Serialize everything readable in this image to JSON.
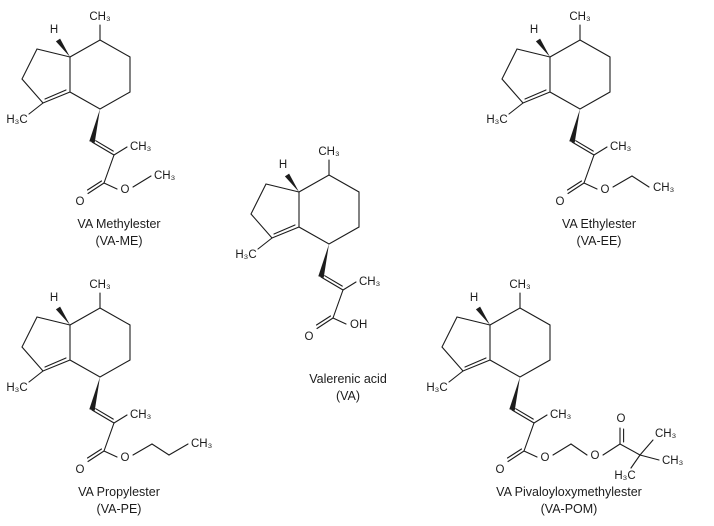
{
  "figure": {
    "background": "#ffffff",
    "ink": "#1c1c1c",
    "structures": [
      {
        "id": "va-me",
        "caption_line1": "VA Methylester",
        "caption_line2": "(VA-ME)",
        "atoms": {
          "methyl_top": "CH₃",
          "stereo_h": "H",
          "ring_methyl": "H₃C",
          "side_methyl": "CH₃",
          "carbonyl_o": "O",
          "ester_o": "O",
          "tail_methyl": "CH₃"
        }
      },
      {
        "id": "va-ee",
        "caption_line1": "VA Ethylester",
        "caption_line2": "(VA-EE)",
        "atoms": {
          "methyl_top": "CH₃",
          "stereo_h": "H",
          "ring_methyl": "H₃C",
          "side_methyl": "CH₃",
          "carbonyl_o": "O",
          "ester_o": "O",
          "tail_methyl": "CH₃"
        }
      },
      {
        "id": "va",
        "caption_line1": "Valerenic acid",
        "caption_line2": "(VA)",
        "atoms": {
          "methyl_top": "CH₃",
          "stereo_h": "H",
          "ring_methyl": "H₃C",
          "side_methyl": "CH₃",
          "carbonyl_o": "O",
          "hydroxyl": "OH"
        }
      },
      {
        "id": "va-pe",
        "caption_line1": "VA Propylester",
        "caption_line2": "(VA-PE)",
        "atoms": {
          "methyl_top": "CH₃",
          "stereo_h": "H",
          "ring_methyl": "H₃C",
          "side_methyl": "CH₃",
          "carbonyl_o": "O",
          "ester_o": "O",
          "tail_methyl": "CH₃"
        }
      },
      {
        "id": "va-pom",
        "caption_line1": "VA Pivaloyloxymethylester",
        "caption_line2": "(VA-POM)",
        "atoms": {
          "methyl_top": "CH₃",
          "stereo_h": "H",
          "ring_methyl": "H₃C",
          "side_methyl": "CH₃",
          "carbonyl_o": "O",
          "ester_o": "O",
          "methylene_o": "O",
          "pivaloyl_o": "O",
          "tbutyl_methyl_1": "CH₃",
          "tbutyl_methyl_2": "CH₃",
          "tbutyl_methyl_3": "H₃C"
        }
      }
    ]
  }
}
